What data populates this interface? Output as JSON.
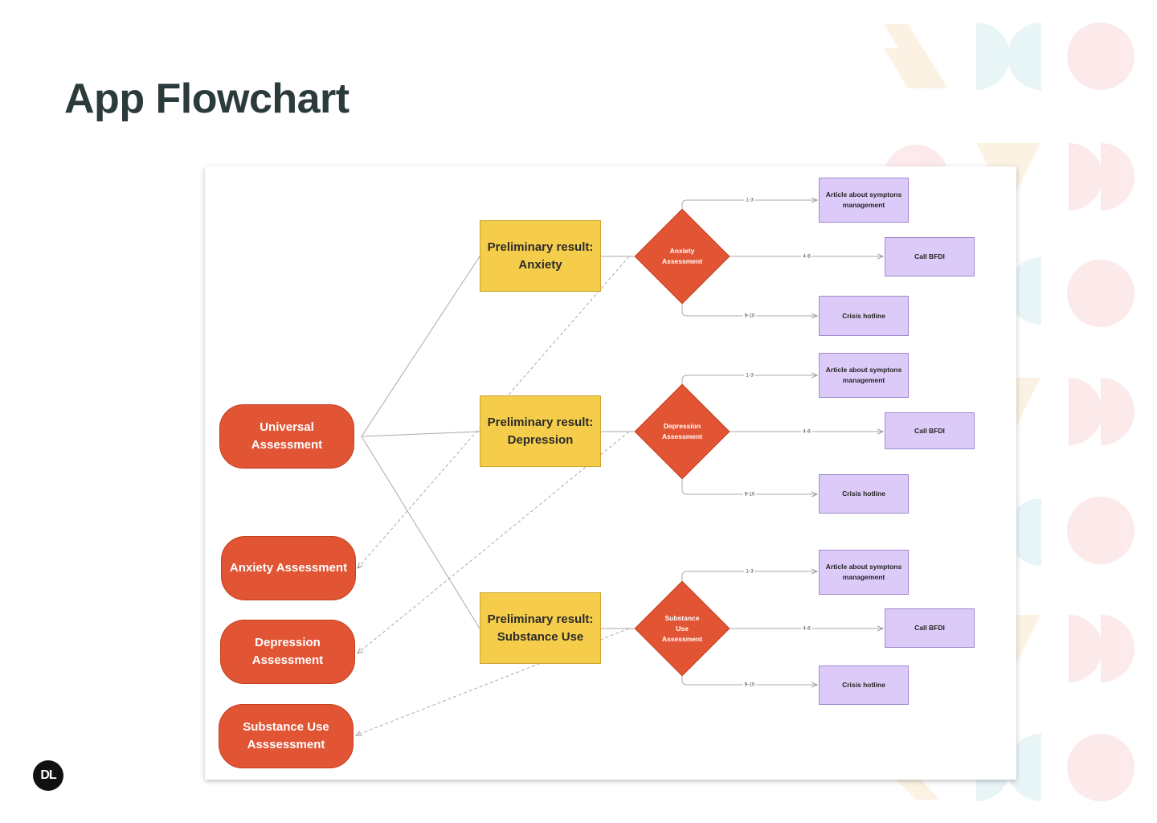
{
  "page": {
    "title": "App Flowchart",
    "logo_text": "DL"
  },
  "colors": {
    "assessment_fill": "#e15434",
    "preliminary_fill": "#f5cd4a",
    "outcome_fill": "#dccbf8",
    "title": "#2b3a3a"
  },
  "flowchart": {
    "entry_nodes": {
      "universal": "Universal Assessment",
      "anxiety": "Anxiety Assessment",
      "depression": "Depression Assessment",
      "substance": "Substance Use Asssessment"
    },
    "branches": [
      {
        "preliminary": "Preliminary result: Anxiety",
        "decision": "Anxiety Assessment",
        "outcomes": [
          {
            "range": "1-3",
            "label": "Article about symptons management"
          },
          {
            "range": "4-8",
            "label": "Call BFDI"
          },
          {
            "range": "9-10",
            "label": "Crisis hotline"
          }
        ]
      },
      {
        "preliminary": "Preliminary result: Depression",
        "decision": "Depression Assessment",
        "outcomes": [
          {
            "range": "1-3",
            "label": "Article about symptons management"
          },
          {
            "range": "4-8",
            "label": "Call BFDI"
          },
          {
            "range": "9-10",
            "label": "Crisis hotline"
          }
        ]
      },
      {
        "preliminary": "Preliminary result: Substance Use",
        "decision": "Substance Use Assessment",
        "outcomes": [
          {
            "range": "1-3",
            "label": "Article about symptons management"
          },
          {
            "range": "4-8",
            "label": "Call BFDI"
          },
          {
            "range": "9-10",
            "label": "Crisis hotline"
          }
        ]
      }
    ]
  }
}
